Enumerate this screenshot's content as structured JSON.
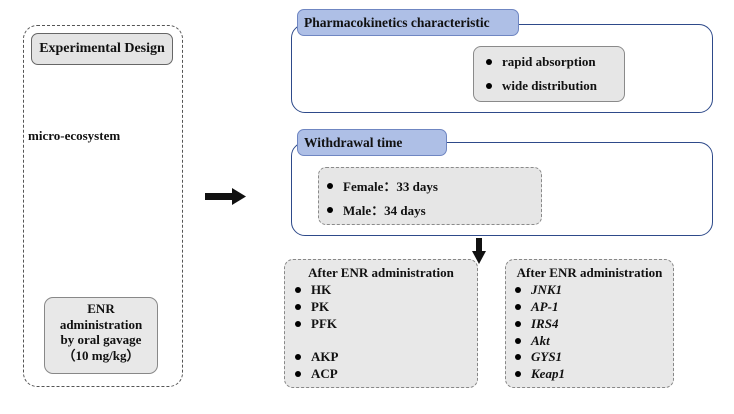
{
  "experimental_design": {
    "title": "Experimental Design",
    "micro_label": "micro-ecosystem",
    "enr_box": [
      "ENR",
      "administration",
      "by oral gavage",
      "（10 mg/kg）"
    ]
  },
  "pharmacokinetics": {
    "title": "Pharmacokinetics characteristic",
    "items": [
      "rapid absorption",
      "wide distribution"
    ]
  },
  "withdrawal": {
    "title": "Withdrawal time",
    "items": [
      "Female：33 days",
      "Male：34 days"
    ]
  },
  "left_result": {
    "title": "After ENR administration",
    "up_items": [
      "HK",
      "PK",
      "PFK"
    ],
    "down_items": [
      "AKP",
      "ACP"
    ]
  },
  "right_result": {
    "title": "After ENR administration",
    "up_items": [
      "JNK1",
      "AP-1",
      "IRS4",
      "Akt"
    ],
    "down_items": [
      "GYS1",
      "Keap1"
    ]
  },
  "colors": {
    "frame": "#2e4a8a",
    "tab": "#aebfe6",
    "arrow_red": "#c8102e"
  }
}
